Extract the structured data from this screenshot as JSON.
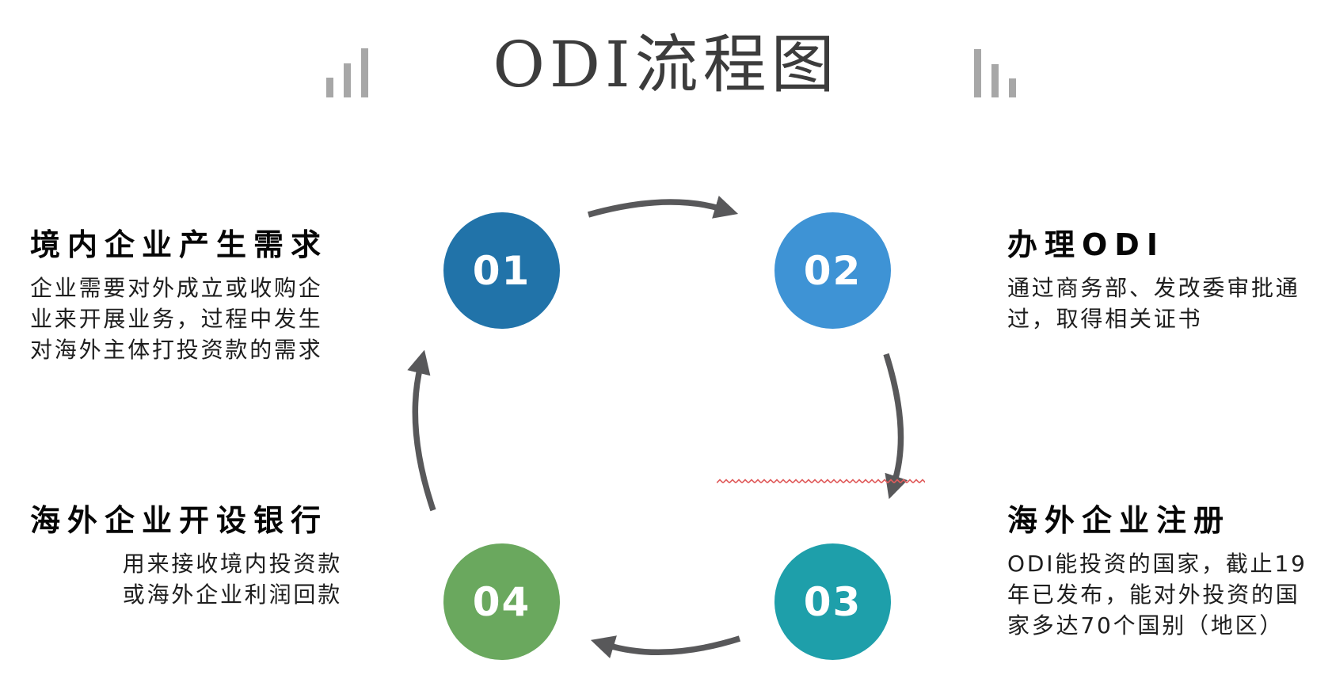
{
  "title": {
    "text": "ODI流程图"
  },
  "decor_bars": {
    "color": "#a7a7a7"
  },
  "arrows": {
    "color": "#58585a"
  },
  "squiggle": {
    "color": "#e05c5c"
  },
  "steps": [
    {
      "number": "01",
      "circle_color": "#2173a9",
      "heading": "境内企业产生需求",
      "desc_lines": [
        "企业需要对外成立或收购企",
        "业来开展业务，过程中发生",
        "对海外主体打投资款的需求"
      ]
    },
    {
      "number": "02",
      "circle_color": "#3e93d5",
      "heading": "办理ODI",
      "desc_lines": [
        "通过商务部、发改委审批通",
        "过，取得相关证书"
      ]
    },
    {
      "number": "03",
      "circle_color": "#1e9faa",
      "heading": "海外企业注册",
      "desc_lines": [
        "ODI能投资的国家，截止19",
        "年已发布，能对外投资的国",
        "家多达70个国别（地区）"
      ]
    },
    {
      "number": "04",
      "circle_color": "#6aa85e",
      "heading": "海外企业开设银行",
      "desc_lines": [
        "用来接收境内投资款",
        "或海外企业利润回款"
      ]
    }
  ]
}
